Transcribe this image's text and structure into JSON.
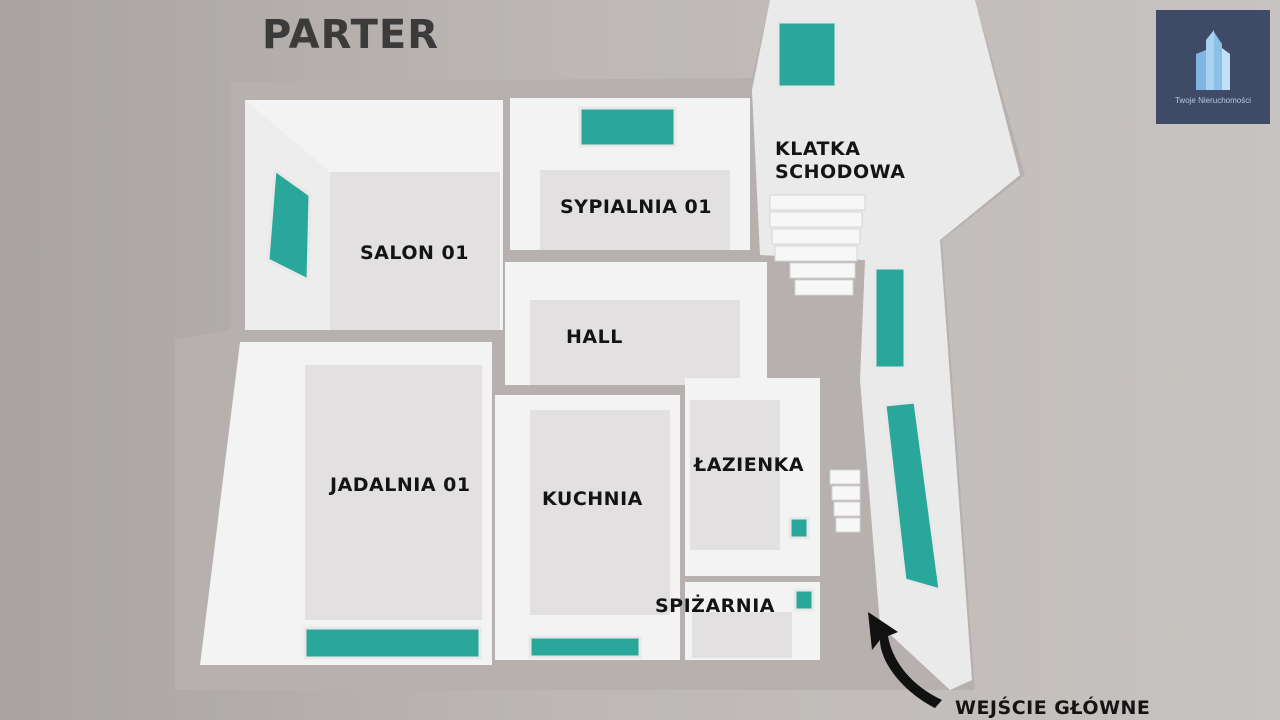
{
  "title": "PARTER",
  "logo": {
    "text": "Twoje Nieruchomości"
  },
  "rooms": {
    "salon": "SALON 01",
    "sypialnia": "SYPIALNIA 01",
    "klatka_1": "KLATKA",
    "klatka_2": "SCHODOWA",
    "hall": "HALL",
    "jadalnia": "JADALNIA 01",
    "kuchnia": "KUCHNIA",
    "lazienka": "ŁAZIENKA",
    "spizarnia": "SPIŻARNIA"
  },
  "entrance": {
    "label": "WEJŚCIE GŁÓWNE",
    "icon": "curved-arrow-icon"
  },
  "colors": {
    "window": "#2aa79b",
    "wall": "#f2f2f2",
    "floor": "#e4e2e2",
    "slab": "#b3aeab"
  }
}
